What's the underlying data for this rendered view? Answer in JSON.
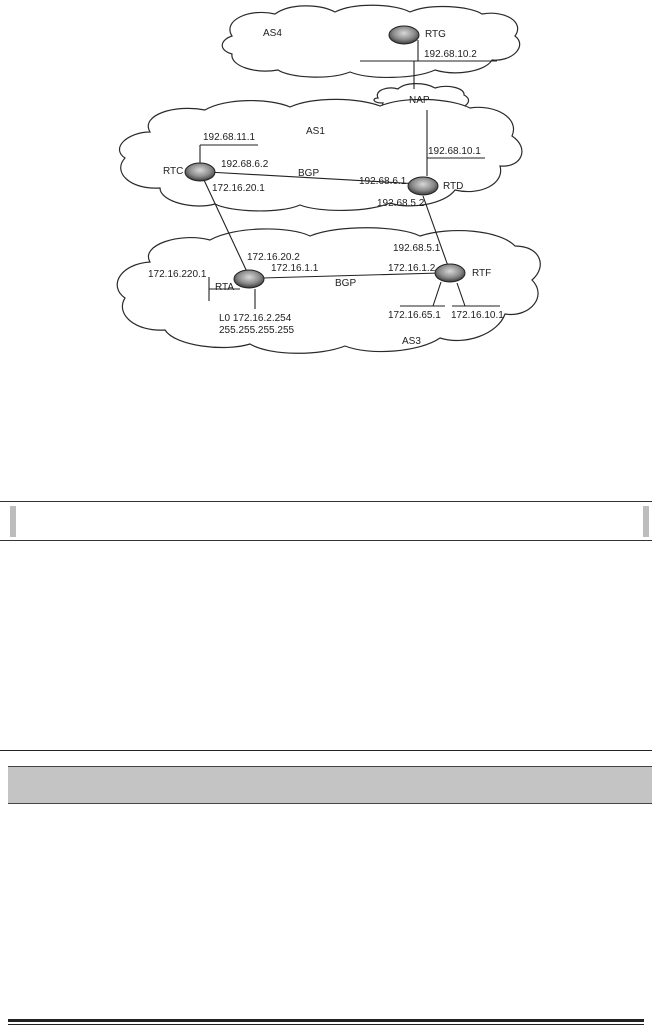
{
  "diagram": {
    "clouds": {
      "as4": "AS4",
      "as1": "AS1",
      "as3": "AS3",
      "nap": "NAP"
    },
    "routers": {
      "rtg": "RTG",
      "rtc": "RTC",
      "rtd": "RTD",
      "rta": "RTA",
      "rtf": "RTF"
    },
    "addresses": {
      "rtg_192_68_10_2": "192.68.10.2",
      "rtc_192_68_11_1": "192.68.11.1",
      "rtc_192_68_6_2": "192.68.6.2",
      "rtc_172_16_20_1": "172.16.20.1",
      "rtd_192_68_10_1": "192.68.10.1",
      "rtd_192_68_6_1": "192.68.6.1",
      "rtd_192_68_5_2": "192.68.5.2",
      "rtf_192_68_5_1": "192.68.5.1",
      "rta_172_16_20_2": "172.16.20.2",
      "rta_172_16_1_1": "172.16.1.1",
      "rta_172_16_220_1": "172.16.220.1",
      "rta_loopback": "L0 172.16.2.254",
      "rta_loopback_mask": "255.255.255.255",
      "rtf_172_16_1_2": "172.16.1.2",
      "rtf_172_16_65_1": "172.16.65.1",
      "rtf_172_16_10_1": "172.16.10.1"
    },
    "links": {
      "bgp_as1": "BGP",
      "bgp_as3": "BGP"
    },
    "colors": {
      "cloud_stroke": "#2a2a2a",
      "line": "#222222",
      "router_fill": "#8a8a8a",
      "band_gray": "#c4c4c4"
    }
  },
  "page": {
    "header_band_1": "",
    "header_band_2": ""
  }
}
